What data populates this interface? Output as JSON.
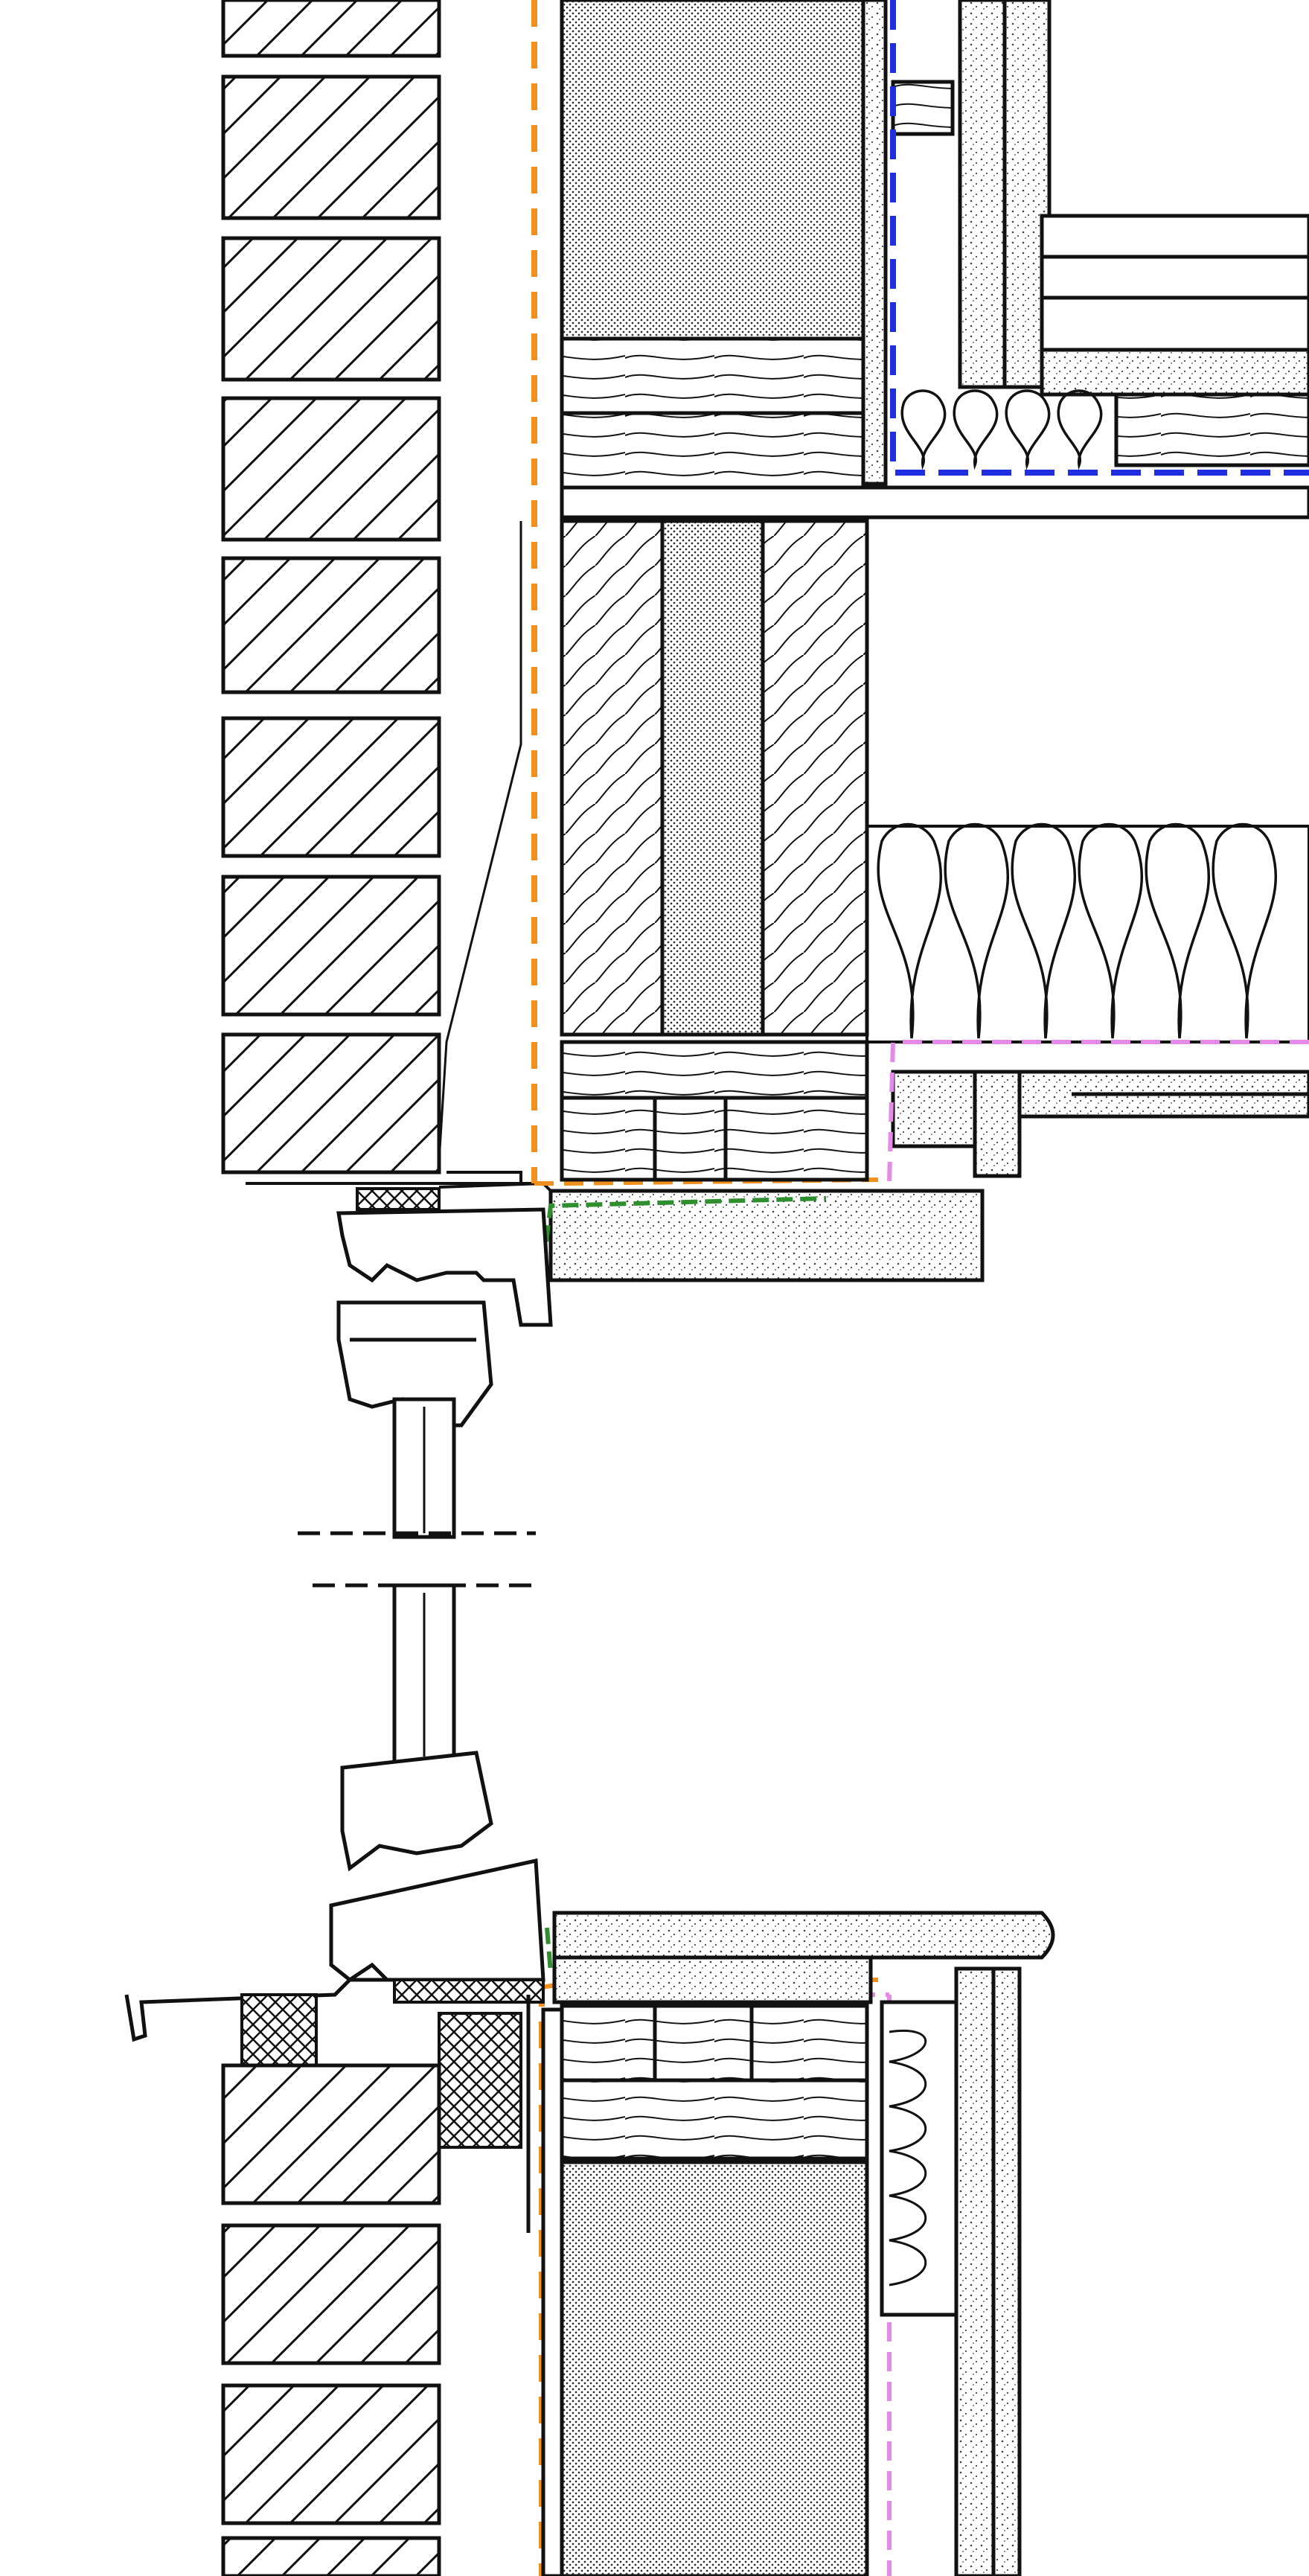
{
  "diagram": {
    "kind": "architectural wall section detail through window head and sill",
    "text_labels": [],
    "colors": {
      "ink": "#111111",
      "orange_line": "#f0901e",
      "blue_line": "#1f2ee0",
      "pink_line": "#e58ae8",
      "green_line": "#2f8f2f",
      "stipple": "#333333"
    },
    "components": [
      {
        "id": "brick-veneer-upper",
        "icon": "brick-hatch"
      },
      {
        "id": "brick-veneer-lower",
        "icon": "brick-hatch"
      },
      {
        "id": "air-cavity",
        "icon": "dashed-orange-membrane"
      },
      {
        "id": "insulated-wall-panel",
        "icon": "stipple-core"
      },
      {
        "id": "timber-plates",
        "icon": "wood-grain"
      },
      {
        "id": "floor-joist",
        "icon": "wood-grain"
      },
      {
        "id": "ceiling-batt-insulation",
        "icon": "batt-loops"
      },
      {
        "id": "interior-lining",
        "icon": "stipple-board"
      },
      {
        "id": "window-head-frame",
        "icon": "frame-profile"
      },
      {
        "id": "window-glazing",
        "icon": "glass"
      },
      {
        "id": "window-sill-frame",
        "icon": "frame-profile"
      },
      {
        "id": "interior-sill-board",
        "icon": "stipple-board"
      },
      {
        "id": "head-flashing",
        "icon": "flashing"
      },
      {
        "id": "sill-flashing",
        "icon": "flashing"
      },
      {
        "id": "vapour-control-layer",
        "icon": "dashed-pink-membrane"
      },
      {
        "id": "air-barrier-tape",
        "icon": "dashed-green-tape"
      },
      {
        "id": "service-cavity-membrane",
        "icon": "dashed-blue-membrane"
      }
    ]
  }
}
